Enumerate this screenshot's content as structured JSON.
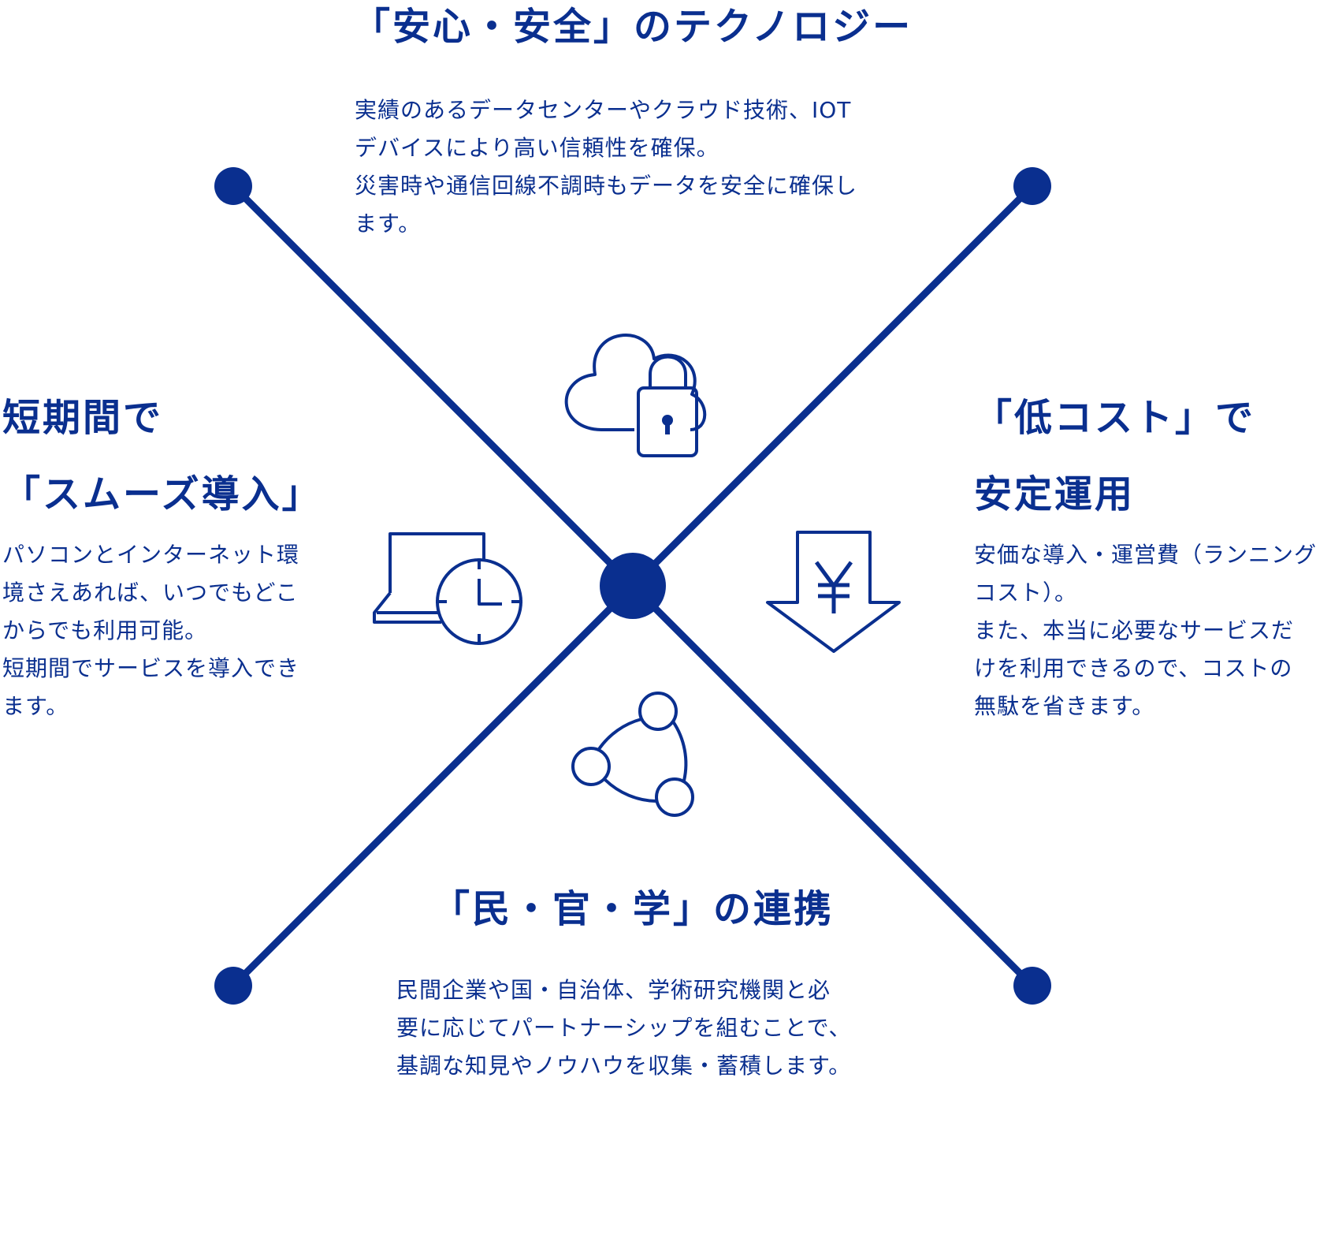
{
  "theme": {
    "navy": "#0a2f8f"
  },
  "sections": {
    "top": {
      "icon": "cloud-lock-icon",
      "title_lines": [
        "「安心・安全」のテクノロジー"
      ],
      "body_lines": [
        "実績のあるデータセンターやクラウド技術、IOT",
        "デバイスにより高い信頼性を確保。",
        "災害時や通信回線不調時もデータを安全に確保し",
        "ます。"
      ]
    },
    "left": {
      "icon": "laptop-clock-icon",
      "title_lines": [
        "短期間で",
        "「スムーズ導入」"
      ],
      "body_lines": [
        "パソコンとインターネット環",
        "境さえあれば、いつでもどこ",
        "からでも利用可能。",
        "短期間でサービスを導入でき",
        "ます。"
      ]
    },
    "right": {
      "icon": "yen-down-arrow-icon",
      "title_lines": [
        "「低コスト」で",
        "安定運用"
      ],
      "body_lines": [
        "安価な導入・運営費（ランニング",
        "コスト）。",
        "また、本当に必要なサービスだ",
        "けを利用できるので、コストの",
        "無駄を省きます。"
      ]
    },
    "bottom": {
      "icon": "partnership-cycle-icon",
      "title_lines": [
        "「民・官・学」の連携"
      ],
      "body_lines": [
        "民間企業や国・自治体、学術研究機関と必",
        "要に応じてパートナーシップを組むことで、",
        "基調な知見やノウハウを収集・蓄積します。"
      ]
    }
  }
}
